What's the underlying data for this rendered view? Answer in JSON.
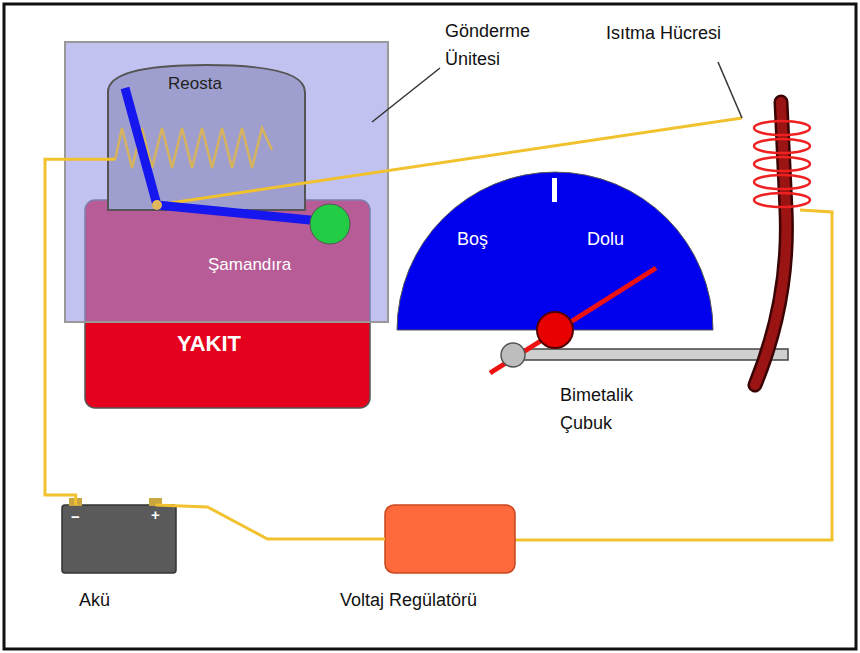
{
  "diagram": {
    "nodes": [
      {
        "text": [
          "YAKIT"
        ]
      },
      {
        "text": [
          "Reosta"
        ]
      },
      {
        "text": [
          "Boş",
          "Dolu"
        ]
      },
      {
        "text": [
          "−",
          "+",
          "Akü"
        ]
      },
      {
        "text": [
          "Voltaj Regülatörü"
        ]
      }
    ],
    "edges": [
      {
        "from": 3,
        "to": 4,
        "arrow": "none"
      },
      {
        "from": 3,
        "to": 1,
        "arrow": "none"
      }
    ],
    "labels": [
      "Gönderme Ünitesi",
      "Isıtma Hücresi",
      "Şamandıra",
      "Bimetalik Çubuk"
    ]
  }
}
